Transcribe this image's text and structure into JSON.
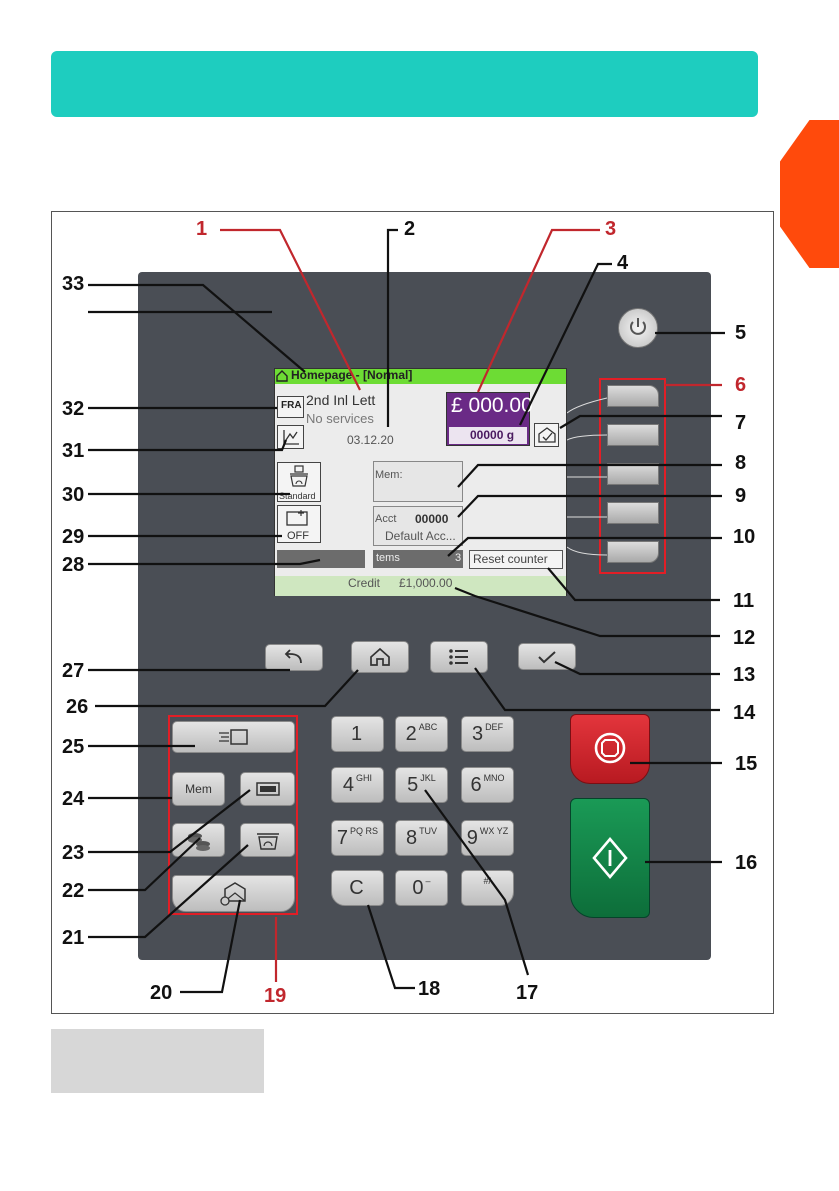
{
  "screen": {
    "title": "Homepage - [Normal]",
    "rate_name": "2nd Inl Lett",
    "services": "No services",
    "date": "03.12.20",
    "country_badge": "FRA",
    "postage_amount": "£ 000.00",
    "weight": "00000 g",
    "weigh_mode_label": "Standard",
    "ad_slogan_state": "OFF",
    "memory_label": "Mem:",
    "account_label": "Acct",
    "account_number": "00000",
    "account_name": "Default Acc...",
    "items_label": "tems",
    "items_count": "3",
    "reset_counter": "Reset counter",
    "credit_label": "Credit",
    "credit_value": "£1,000.00"
  },
  "keypad": {
    "keys": [
      {
        "main": "1",
        "sub": ""
      },
      {
        "main": "2",
        "sub": "ABC"
      },
      {
        "main": "3",
        "sub": "DEF"
      },
      {
        "main": "4",
        "sub": "GHI"
      },
      {
        "main": "5",
        "sub": "JKL"
      },
      {
        "main": "6",
        "sub": "MNO"
      },
      {
        "main": "7",
        "sub": "PQ RS"
      },
      {
        "main": "8",
        "sub": "TUV"
      },
      {
        "main": "9",
        "sub": "WX YZ"
      },
      {
        "main": "C",
        "sub": ""
      },
      {
        "main": "0",
        "sub": "–"
      },
      {
        "main": "",
        "sub": "#/."
      }
    ],
    "mem_key": "Mem"
  },
  "callouts": [
    "1",
    "2",
    "3",
    "4",
    "5",
    "6",
    "7",
    "8",
    "9",
    "10",
    "11",
    "12",
    "13",
    "14",
    "15",
    "16",
    "17",
    "18",
    "19",
    "20",
    "21",
    "22",
    "23",
    "24",
    "25",
    "26",
    "27",
    "28",
    "29",
    "30",
    "31",
    "32",
    "33"
  ],
  "colors": {
    "header_bar": "#1ecdbf",
    "side_tab": "#ff4a0c",
    "lcd_green": "#6ddc34",
    "lcd_bg": "#ececec",
    "postage_purple": "#6a2a86",
    "stop_red": "#d8242c",
    "start_green": "#13874a",
    "panel_dark": "#4a4e55",
    "callout_red": "#c1272d",
    "highlight_red": "#e21e26"
  },
  "icons": [
    "power-icon",
    "back-arrow-icon",
    "home-icon",
    "menu-icon",
    "check-icon",
    "stop-icon",
    "start-icon",
    "feed-icon",
    "tape-icon",
    "coins-icon",
    "scale-icon",
    "envelope-settings-icon",
    "envelope-check-icon",
    "graph-icon",
    "weigh-platform-icon"
  ]
}
